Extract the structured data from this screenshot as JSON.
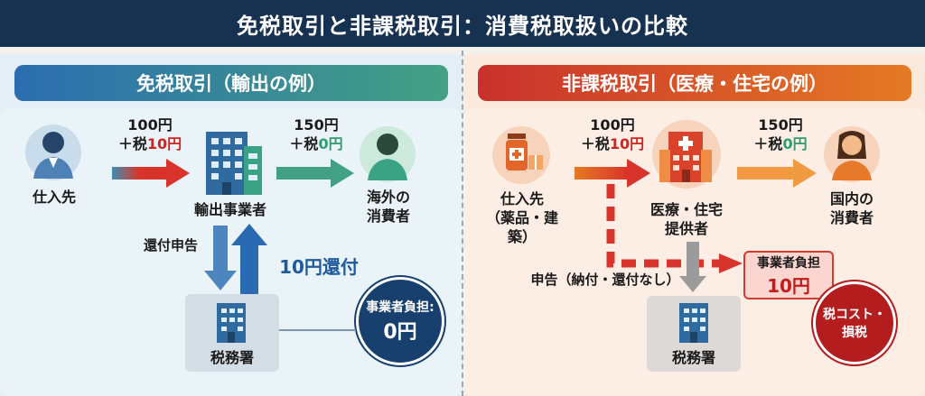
{
  "title": "免税取引と非課税取引：消費税取扱いの比較",
  "left": {
    "heading": "免税取引（輸出の例）",
    "supplier": "仕入先",
    "business": "輸出事業者",
    "consumer_line1": "海外の",
    "consumer_line2": "消費者",
    "tax_office": "税務署",
    "buy_price": "100円",
    "buy_tax_prefix": "＋税",
    "buy_tax_amount": "10円",
    "sell_price": "150円",
    "sell_tax_prefix": "＋税",
    "sell_tax_amount": "0円",
    "report": "還付申告",
    "refund": "10円還付",
    "burden_line1": "事業者負担:",
    "burden_line2": "0円"
  },
  "right": {
    "heading": "非課税取引（医療・住宅の例）",
    "supplier": "仕入先",
    "supplier_sub": "（薬品・建築）",
    "business_line1": "医療・住宅",
    "business_line2": "提供者",
    "consumer_line1": "国内の",
    "consumer_line2": "消費者",
    "tax_office": "税務署",
    "buy_price": "100円",
    "buy_tax_prefix": "＋税",
    "buy_tax_amount": "10円",
    "sell_price": "150円",
    "sell_tax_prefix": "＋税",
    "sell_tax_amount": "0円",
    "report": "申告（納付・還付なし）",
    "burden_line1": "事業者負担",
    "burden_line2": "10円",
    "cost_line1": "税コスト・",
    "cost_line2": "損税"
  },
  "colors": {
    "header": "#173151",
    "blue": "#2b6db0",
    "green": "#43a183",
    "red": "#c9312c",
    "orange": "#e57a24",
    "dark_red": "#b31d1d",
    "navy_badge": "#17406e"
  },
  "icons": {
    "person": "person-icon",
    "building": "office-building-icon",
    "medicine": "medicine-bottle-icon",
    "hospital": "hospital-icon"
  }
}
